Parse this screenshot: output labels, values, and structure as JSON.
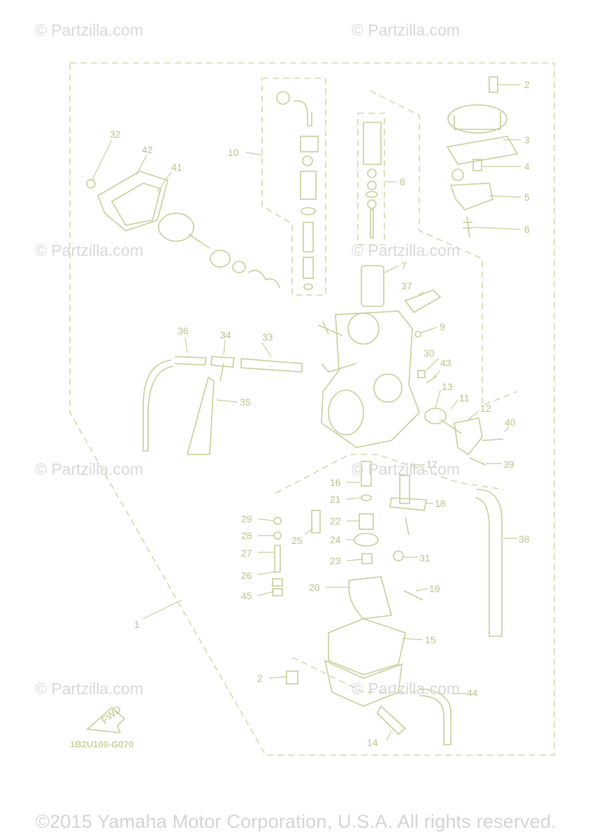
{
  "watermarks": [
    "© Partzilla.com",
    "© Partzilla.com",
    "© Partzilla.com",
    "© Partzilla.com",
    "© Partzilla.com",
    "© Partzilla.com",
    "© Partzilla.com",
    "© Partzilla.com"
  ],
  "diagram_code": "1B2U100-G070",
  "fwd_label": "FWD",
  "copyright": "©2015 Yamaha Motor Corporation, U.S.A. All rights reserved.",
  "callouts": [
    "1",
    "2",
    "2",
    "3",
    "4",
    "5",
    "6",
    "7",
    "8",
    "9",
    "10",
    "11",
    "12",
    "13",
    "14",
    "15",
    "16",
    "17",
    "18",
    "19",
    "20",
    "21",
    "22",
    "23",
    "24",
    "25",
    "26",
    "27",
    "28",
    "29",
    "30",
    "31",
    "32",
    "33",
    "34",
    "35",
    "36",
    "37",
    "38",
    "39",
    "40",
    "41",
    "42",
    "43",
    "44",
    "45"
  ],
  "colors": {
    "line": "#c5cf98",
    "label": "#b9c48c",
    "watermark": "#d8d8d8"
  }
}
